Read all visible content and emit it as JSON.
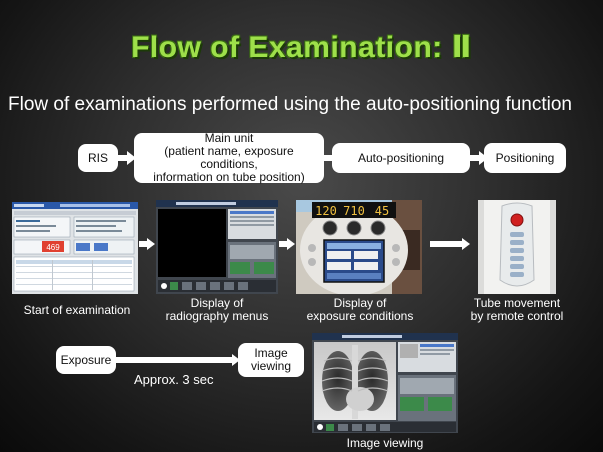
{
  "title": "Flow of Examination: Ⅱ",
  "subtitle": "Flow of examinations performed using the auto-positioning function",
  "flow_top": {
    "ris": "RIS",
    "main_unit": [
      "Main unit",
      "(patient name, exposure conditions,",
      "information on tube position)"
    ],
    "auto_positioning": "Auto-positioning",
    "positioning": "Positioning"
  },
  "captions": {
    "start": "Start of examination",
    "display_radiography": [
      "Display of",
      "radiography menus"
    ],
    "display_exposure": [
      "Display of",
      "exposure conditions"
    ],
    "tube_movement": [
      "Tube movement",
      "by remote control"
    ],
    "image_viewing": "Image viewing"
  },
  "flow_bottom": {
    "exposure": "Exposure",
    "image_viewing": [
      "Image",
      "viewing"
    ],
    "approx": "Approx. 3 sec"
  },
  "console_readout": {
    "value1": "120",
    "value2": "710",
    "value3": "45"
  },
  "ris_screen_number": "469",
  "colors": {
    "title": "#9ee04a",
    "box": "#ffffff",
    "arrow": "#ffffff",
    "console_digits": "#f0c040",
    "ris_number_bg": "#e04030"
  }
}
